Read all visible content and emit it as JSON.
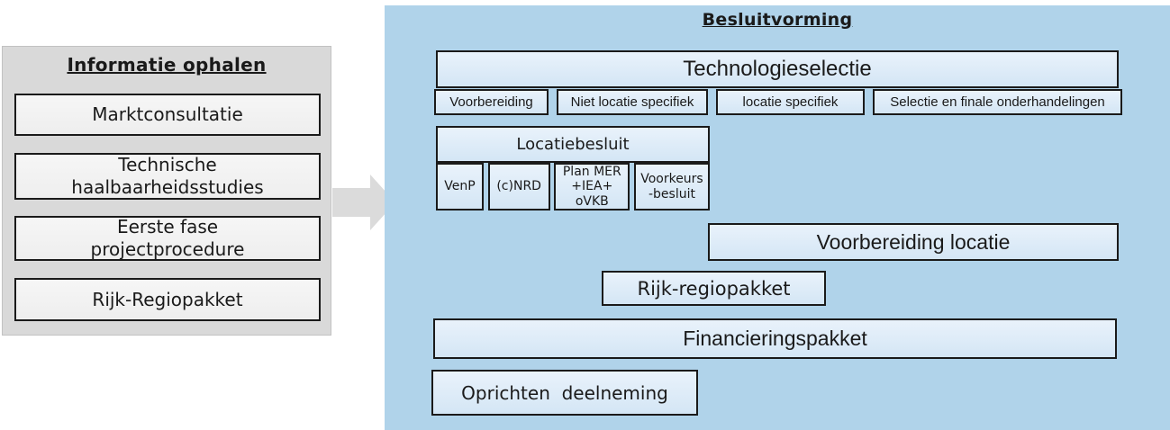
{
  "left_panel": {
    "title": "Informatie ophalen",
    "items": [
      "Marktconsultatie",
      "Technische\nhaalbaarheidsstudies",
      "Eerste fase\nprojectprocedure",
      "Rijk-Regiopakket"
    ]
  },
  "right_panel": {
    "title": "Besluitvorming",
    "technologieselectie": {
      "label": "Technologieselectie",
      "phases": [
        "Voorbereiding",
        "Niet locatie specifiek",
        "locatie specifiek",
        "Selectie en finale onderhandelingen"
      ]
    },
    "locatiebesluit": {
      "label": "Locatiebesluit",
      "phases": [
        "VenP",
        "(c)NRD",
        "Plan MER\n+IEA+\noVKB",
        "Voorkeurs\n-besluit"
      ]
    },
    "bars": {
      "voorbereiding_locatie": "Voorbereiding locatie",
      "rijk_regiopakket": "Rijk-regiopakket",
      "financieringspakket": "Financieringspakket",
      "oprichten_deelneming": "Oprichten  deelneming"
    }
  },
  "colors": {
    "panel_blue": "#b0d3ea",
    "box_blue_top": "#e9f2fb",
    "box_blue_bottom": "#d4e6f5",
    "panel_gray": "#d9d9d9",
    "box_gray": "#f2f2f2",
    "arrow_gray": "#dbdbdb",
    "border": "#1a1a1a",
    "text": "#1a1a1a"
  }
}
